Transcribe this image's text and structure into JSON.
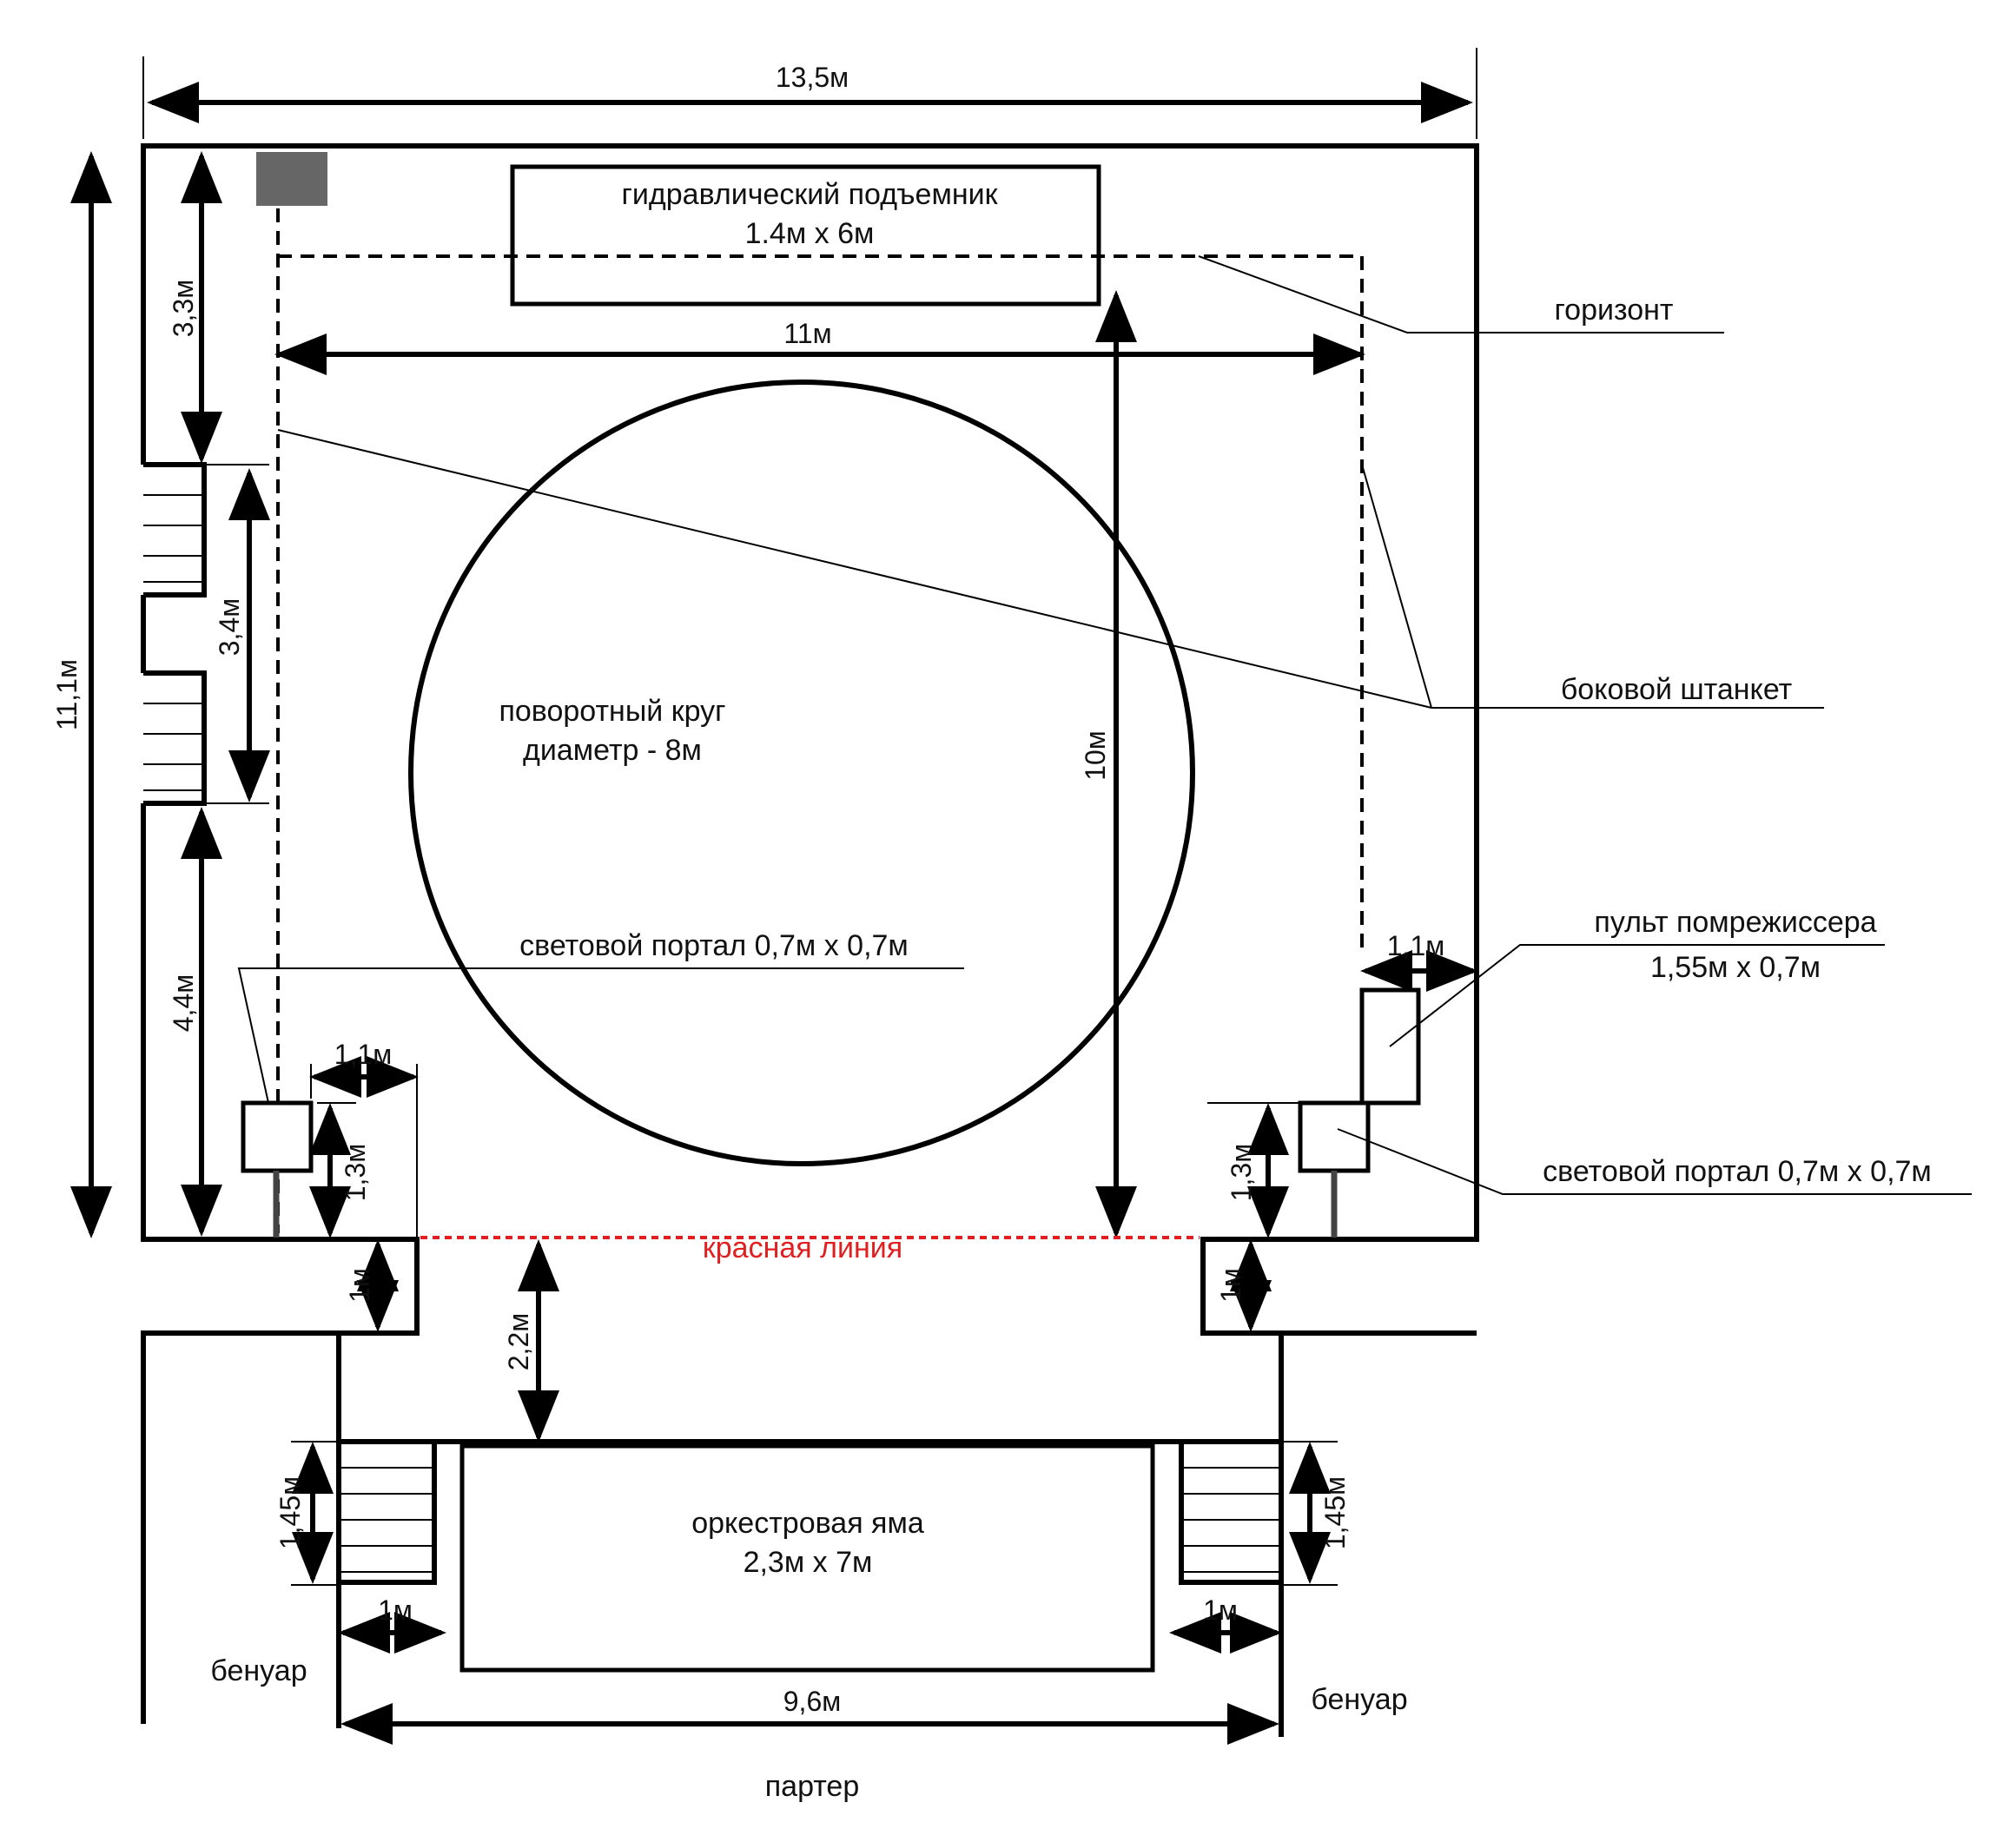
{
  "labels": {
    "stage_width": "13,5м",
    "lift_title": "гидравлический подъемник",
    "lift_size": "1.4м x 6м",
    "horizon": "горизонт",
    "horizon_width": "11м",
    "side_batten": "боковой штанкет",
    "turntable_title": "поворотный круг",
    "turntable_diameter": "диаметр - 8м",
    "depth_10": "10м",
    "stage_depth": "11,1м",
    "dim_3_3": "3,3м",
    "dim_3_4": "3,4м",
    "dim_4_4": "4,4м",
    "light_portal_left": "световой портал 0,7м x 0,7м",
    "light_portal_right": "световой портал 0,7м x 0,7м",
    "dim_1_1_left": "1,1м",
    "dim_1_1_right": "1,1м",
    "dim_1_3_left": "1,3м",
    "dim_1_3_right": "1,3м",
    "console_title": "пульт помрежиссера",
    "console_size": "1,55м x 0,7м",
    "red_line": "красная линия",
    "dim_1_left": "1м",
    "dim_1_right": "1м",
    "dim_2_2": "2,2м",
    "pit_title": "оркестровая яма",
    "pit_size": "2,3м x 7м",
    "dim_1_45_left": "1,45м",
    "dim_1_45_right": "1,45м",
    "dim_1_stairs_left": "1м",
    "dim_1_stairs_right": "1м",
    "benoir_left": "бенуар",
    "benoir_right": "бенуар",
    "pit_width": "9,6м",
    "parterre": "партер"
  },
  "colors": {
    "line": "#000000",
    "red_line": "#e02020",
    "portal_block": "#666666"
  }
}
